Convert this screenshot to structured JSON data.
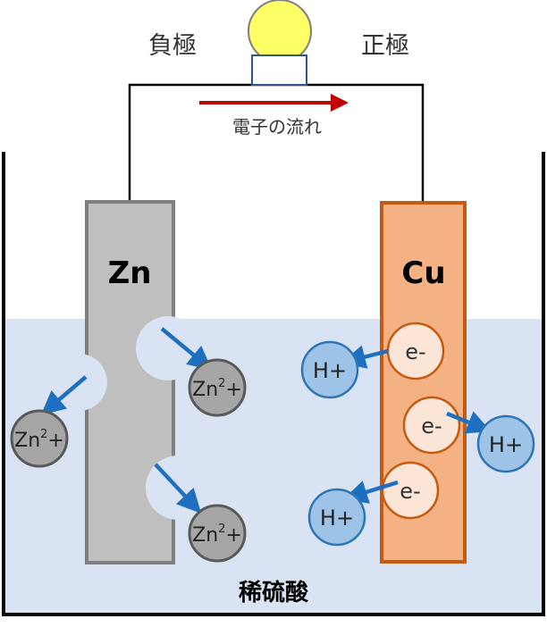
{
  "labels": {
    "negative_pole": "負極",
    "positive_pole": "正極",
    "electron_flow": "電子の流れ",
    "zinc": "Zn",
    "copper": "Cu",
    "electrolyte": "稀硫酸"
  },
  "ions": {
    "zinc_ion_base": "Zn",
    "zinc_ion_charge": "2",
    "zinc_ion_sign": "+",
    "hydrogen_ion": "H+",
    "electron": "e-"
  },
  "colors": {
    "solution": "#dae3f3",
    "zinc_plate": "#bfbfbf",
    "zinc_border": "#7f7f7f",
    "copper_plate": "#f4b183",
    "copper_border": "#c55a11",
    "hydrogen_ion_fill": "#9dc3e6",
    "hydrogen_ion_border": "#2e75b6",
    "electron_fill": "#fbe5d6",
    "arrow_blue": "#1f6fc0",
    "electron_flow_arrow": "#c00000",
    "bulb": "#ffff66"
  }
}
